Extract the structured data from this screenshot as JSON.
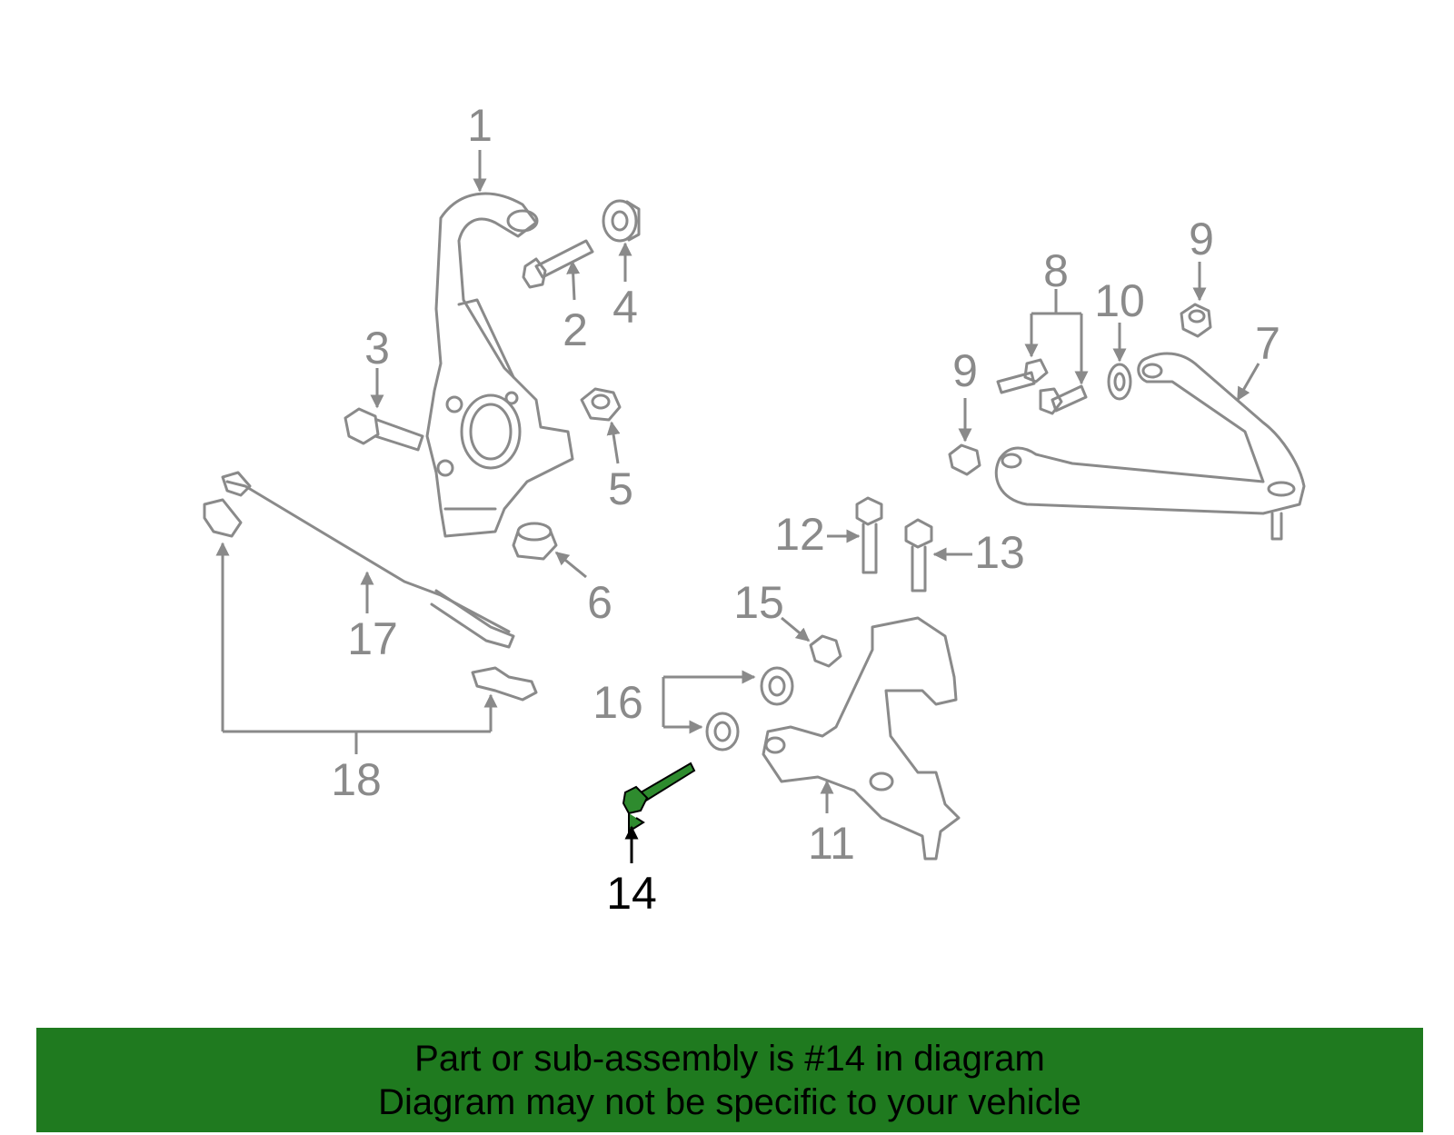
{
  "diagram": {
    "callouts": [
      "1",
      "2",
      "3",
      "4",
      "5",
      "6",
      "7",
      "8",
      "9",
      "9",
      "10",
      "11",
      "12",
      "13",
      "14",
      "15",
      "16",
      "17",
      "18"
    ],
    "highlighted_callout": "14",
    "colors": {
      "line": "#8a8a8a",
      "highlight": "#2e8b2e",
      "banner": "#1f7a1f",
      "text": "#000000"
    }
  },
  "caption": {
    "line1": "Part or sub-assembly is #14 in diagram",
    "line2": "Diagram may not be specific to your vehicle"
  }
}
